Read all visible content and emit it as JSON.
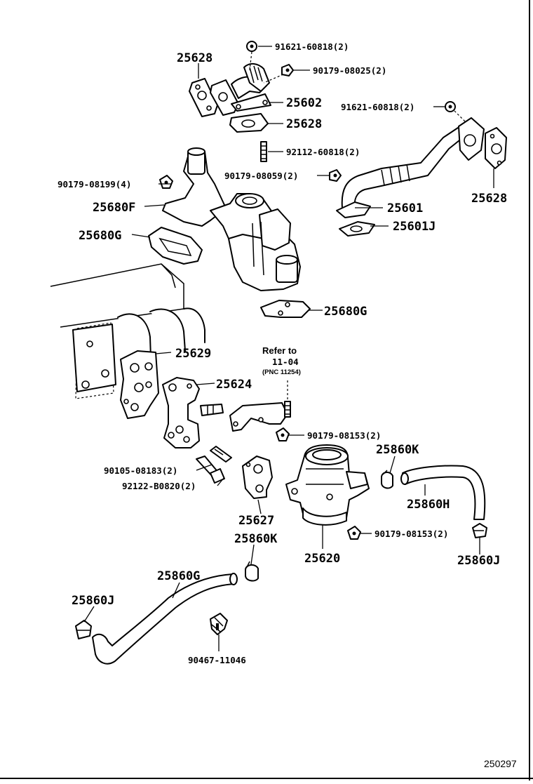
{
  "labels": {
    "l_25628_top": "25628",
    "l_91621_a": "91621-60818(2)",
    "l_90179_08025": "90179-08025(2)",
    "l_25602": "25602",
    "l_91621_b": "91621-60818(2)",
    "l_25628_mid": "25628",
    "l_92112": "92112-60818(2)",
    "l_90179_08199": "90179-08199(4)",
    "l_90179_08059": "90179-08059(2)",
    "l_25628_right": "25628",
    "l_25680F": "25680F",
    "l_25601": "25601",
    "l_25601J": "25601J",
    "l_25680G_left": "25680G",
    "l_25680G_right": "25680G",
    "l_25629": "25629",
    "l_refer": "Refer to",
    "l_1104": "11-04",
    "l_pnc": "(PNC 11254)",
    "l_25624": "25624",
    "l_90179_08153_a": "90179-08153(2)",
    "l_25860K_right": "25860K",
    "l_90105": "90105-08183(2)",
    "l_92122": "92122-B0820(2)",
    "l_25860H": "25860H",
    "l_25627": "25627",
    "l_90179_08153_b": "90179-08153(2)",
    "l_25860K_left": "25860K",
    "l_25620": "25620",
    "l_25860J_right": "25860J",
    "l_25860G": "25860G",
    "l_25860J_left": "25860J",
    "l_90467": "90467-11046",
    "l_stamp": "250297"
  }
}
